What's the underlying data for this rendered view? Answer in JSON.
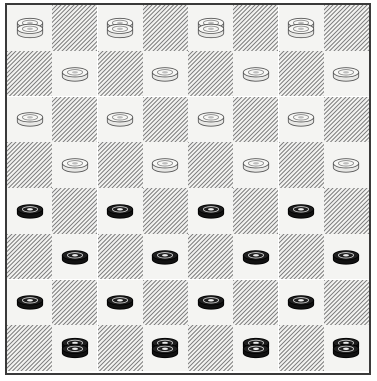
{
  "board": {
    "rows": 8,
    "cols": 8,
    "colors": {
      "frame": "#3a3a3a",
      "light_square": "#f4f4f2",
      "dark_square_hatch": "#787878",
      "white_piece_fill": "#f7f7f5",
      "white_piece_rim": "#555555",
      "black_piece_fill": "#1e1e1e",
      "black_piece_rim": "#000000"
    },
    "pieces": [
      {
        "row": 0,
        "col": 0,
        "color": "white",
        "king": true
      },
      {
        "row": 0,
        "col": 2,
        "color": "white",
        "king": true
      },
      {
        "row": 0,
        "col": 4,
        "color": "white",
        "king": true
      },
      {
        "row": 0,
        "col": 6,
        "color": "white",
        "king": true
      },
      {
        "row": 1,
        "col": 1,
        "color": "white",
        "king": false
      },
      {
        "row": 1,
        "col": 3,
        "color": "white",
        "king": false
      },
      {
        "row": 1,
        "col": 5,
        "color": "white",
        "king": false
      },
      {
        "row": 1,
        "col": 7,
        "color": "white",
        "king": false
      },
      {
        "row": 2,
        "col": 0,
        "color": "white",
        "king": false
      },
      {
        "row": 2,
        "col": 2,
        "color": "white",
        "king": false
      },
      {
        "row": 2,
        "col": 4,
        "color": "white",
        "king": false
      },
      {
        "row": 2,
        "col": 6,
        "color": "white",
        "king": false
      },
      {
        "row": 3,
        "col": 1,
        "color": "white",
        "king": false
      },
      {
        "row": 3,
        "col": 3,
        "color": "white",
        "king": false
      },
      {
        "row": 3,
        "col": 5,
        "color": "white",
        "king": false
      },
      {
        "row": 3,
        "col": 7,
        "color": "white",
        "king": false
      },
      {
        "row": 4,
        "col": 0,
        "color": "black",
        "king": false
      },
      {
        "row": 4,
        "col": 2,
        "color": "black",
        "king": false
      },
      {
        "row": 4,
        "col": 4,
        "color": "black",
        "king": false
      },
      {
        "row": 4,
        "col": 6,
        "color": "black",
        "king": false
      },
      {
        "row": 5,
        "col": 1,
        "color": "black",
        "king": false
      },
      {
        "row": 5,
        "col": 3,
        "color": "black",
        "king": false
      },
      {
        "row": 5,
        "col": 5,
        "color": "black",
        "king": false
      },
      {
        "row": 5,
        "col": 7,
        "color": "black",
        "king": false
      },
      {
        "row": 6,
        "col": 0,
        "color": "black",
        "king": false
      },
      {
        "row": 6,
        "col": 2,
        "color": "black",
        "king": false
      },
      {
        "row": 6,
        "col": 4,
        "color": "black",
        "king": false
      },
      {
        "row": 6,
        "col": 6,
        "color": "black",
        "king": false
      },
      {
        "row": 7,
        "col": 1,
        "color": "black",
        "king": true
      },
      {
        "row": 7,
        "col": 3,
        "color": "black",
        "king": true
      },
      {
        "row": 7,
        "col": 5,
        "color": "black",
        "king": true
      },
      {
        "row": 7,
        "col": 7,
        "color": "black",
        "king": true
      }
    ]
  }
}
